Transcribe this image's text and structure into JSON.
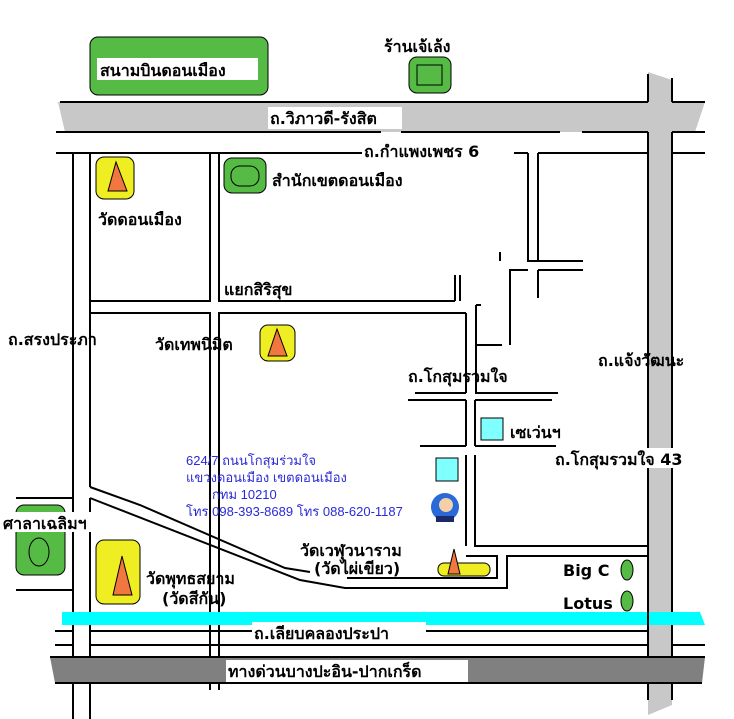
{
  "labels": {
    "airport": "สนามบินดอนเมือง",
    "jae_leng_shop": "ร้านเจ้เล้ง",
    "vibhavadi_road": "ถ.วิภาวดี-รังสิต",
    "kamphaeng_phet_6": "ถ.กำแพงเพชร 6",
    "wat_don_mueang": "วัดดอนเมือง",
    "district_office": "สำนักเขตดอนเมือง",
    "siri_suk_junction": "แยกสิริสุข",
    "song_prapha_road": "ถ.สรงประภา",
    "wat_thep_nimit": "วัดเทพนิมิต",
    "chaeng_watthana_road": "ถ.แจ้งวัฒนะ",
    "kosum_ruam_jai_road": "ถ.โกสุมรวมใจ",
    "seven_eleven": "เซเว่นฯ",
    "kosum_ruam_jai_43": "ถ.โกสุมรวมใจ 43",
    "sala_chaloem": "ศาลาเฉลิมฯ",
    "wat_weluwanaram": "วัดเวฬุวนาราม",
    "wat_phai_khiao": "(วัดไผ่เขียว)",
    "wat_phutthasayam": "วัดพุทธสยาม",
    "wat_si_kan": "(วัดสีกัน)",
    "big_c": "Big C",
    "lotus": "Lotus",
    "liap_khlong_prapa": "ถ.เลียบคลองประปา",
    "expressway": "ทางด่วนบางปะอิน-ปากเกร็ด"
  },
  "address": {
    "line1": "624/7 ถนนโกสุมร่วมใจ",
    "line2": "แขวงดอนเมือง เขตดอนเมือง",
    "line3": "กทม 10210",
    "line4": "โทร 098-393-8689 โทร 088-620-1187"
  },
  "colors": {
    "landmark_green": "#55bb44",
    "temple_yellow": "#eeee22",
    "temple_orange": "#f07840",
    "shop_cyan": "#80ffff",
    "canal_cyan": "#00ffff",
    "road_gray": "#c8c8c8",
    "expressway_gray": "#808080",
    "address_blue": "#2a2ad8"
  }
}
